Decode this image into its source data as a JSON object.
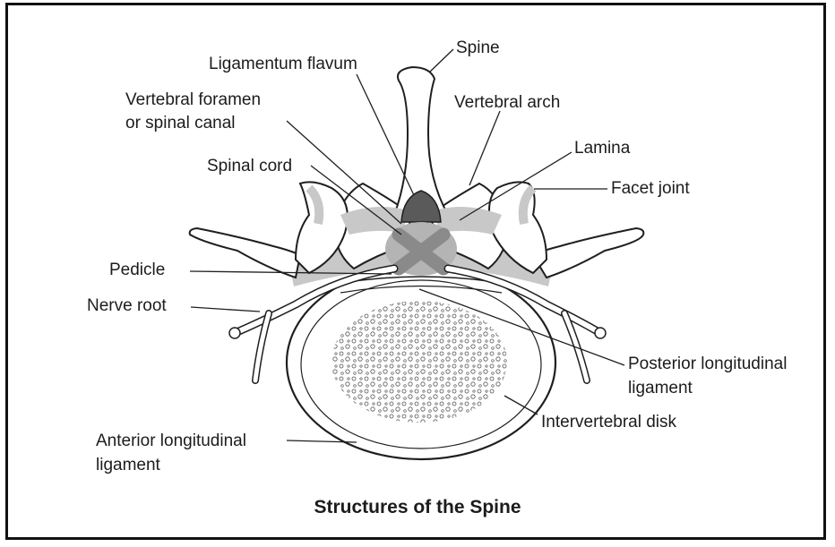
{
  "labels": {
    "spine": "Spine",
    "ligamentum_flavum": "Ligamentum flavum",
    "vertebral_foramen_line1": "Vertebral foramen",
    "vertebral_foramen_line2": "or spinal canal",
    "vertebral_arch": "Vertebral arch",
    "lamina": "Lamina",
    "spinal_cord": "Spinal cord",
    "facet_joint": "Facet joint",
    "pedicle": "Pedicle",
    "nerve_root": "Nerve root",
    "posterior_longitudinal_line1": "Posterior longitudinal",
    "posterior_longitudinal_line2": "ligament",
    "intervertebral_disk": "Intervertebral disk",
    "anterior_longitudinal_line1": "Anterior longitudinal",
    "anterior_longitudinal_line2": "ligament"
  },
  "caption": "Structures of the Spine",
  "colors": {
    "outline": "#1f1f1f",
    "shading": "#c8c8c8",
    "ligament_dark": "#5a5a5a",
    "cord_gray": "#8a8a8a",
    "frame": "#111111"
  }
}
